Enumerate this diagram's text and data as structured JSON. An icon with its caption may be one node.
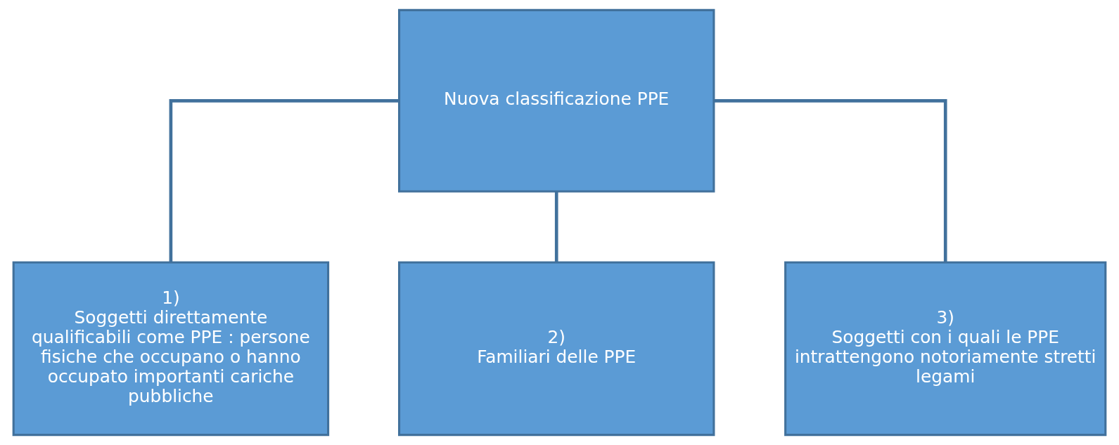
{
  "diagram": {
    "nodes": [
      {
        "text": [
          "Nuova classificazione PPE"
        ]
      },
      {
        "text": [
          "1)",
          "Soggetti direttamente qualificabili come PPE : persone fisiche che occupano o hanno occupato importanti cariche pubbliche"
        ]
      },
      {
        "text": [
          "2)",
          "Familiari delle PPE"
        ]
      },
      {
        "text": [
          "3)",
          "Soggetti con i quali le PPE intrattengono notoriamente stretti legami"
        ]
      }
    ],
    "edges": [
      {
        "from": 0,
        "to": 1,
        "arrow": "none"
      },
      {
        "from": 0,
        "to": 2,
        "arrow": "none"
      },
      {
        "from": 0,
        "to": 3,
        "arrow": "none"
      }
    ]
  }
}
